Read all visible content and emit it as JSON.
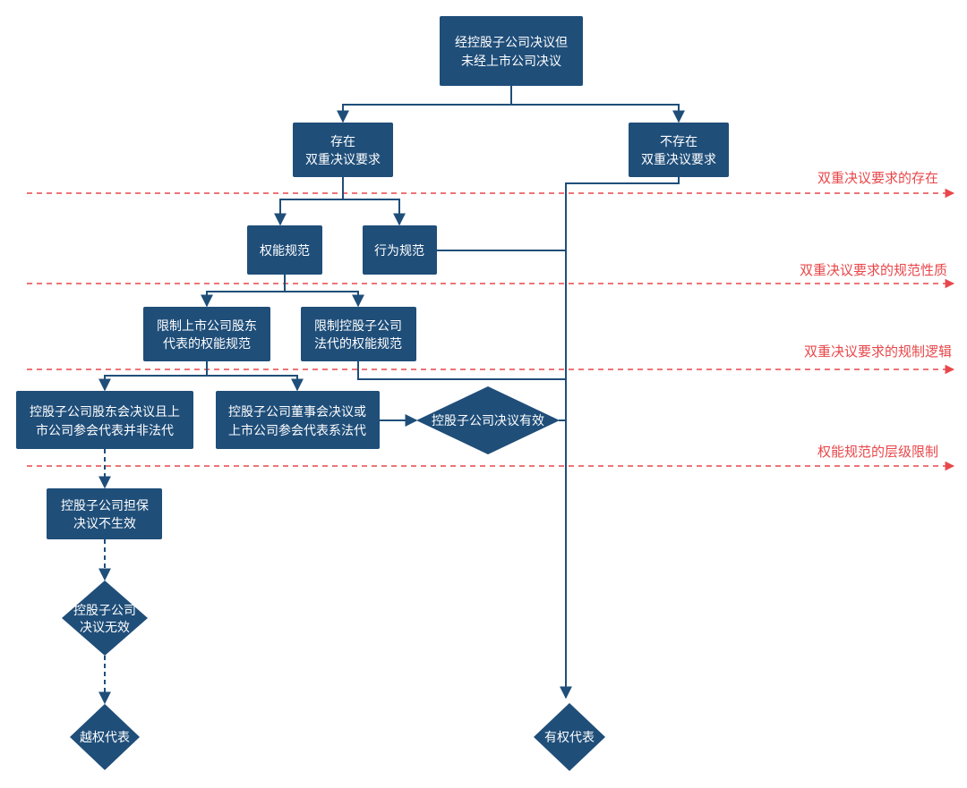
{
  "layers": [
    {
      "label": "双重决议要求的存在"
    },
    {
      "label": "双重决议要求的规范性质"
    },
    {
      "label": "双重决议要求的规制逻辑"
    },
    {
      "label": "权能规范的层级限制"
    }
  ],
  "nodes": {
    "root": {
      "line1": "经控股子公司决议但",
      "line2": "未经上市公司决议"
    },
    "exists": {
      "line1": "存在",
      "line2": "双重决议要求"
    },
    "not_exists": {
      "line1": "不存在",
      "line2": "双重决议要求"
    },
    "power_norm": {
      "line1": "权能规范"
    },
    "conduct_norm": {
      "line1": "行为规范"
    },
    "limit_listed": {
      "line1": "限制上市公司股东",
      "line2": "代表的权能规范"
    },
    "limit_sub": {
      "line1": "限制控股子公司",
      "line2": "法代的权能规范"
    },
    "sh_meeting": {
      "line1": "控股子公司股东会决议且上",
      "line2": "市公司参会代表并非法代"
    },
    "board_meeting": {
      "line1": "控股子公司董事会决议或",
      "line2": "上市公司参会代表系法代"
    },
    "resolution_valid": {
      "line1": "控股子公司决议有效"
    },
    "guarantee_ineffective": {
      "line1": "控股子公司担保",
      "line2": "决议不生效"
    },
    "resolution_invalid": {
      "line1": "控股子公司",
      "line2": "决议无效"
    },
    "ultra_vires": {
      "line1": "越权代表"
    },
    "authorized": {
      "line1": "有权代表"
    }
  },
  "colors": {
    "node": "#1f4e79",
    "layer": "#e8474a"
  }
}
